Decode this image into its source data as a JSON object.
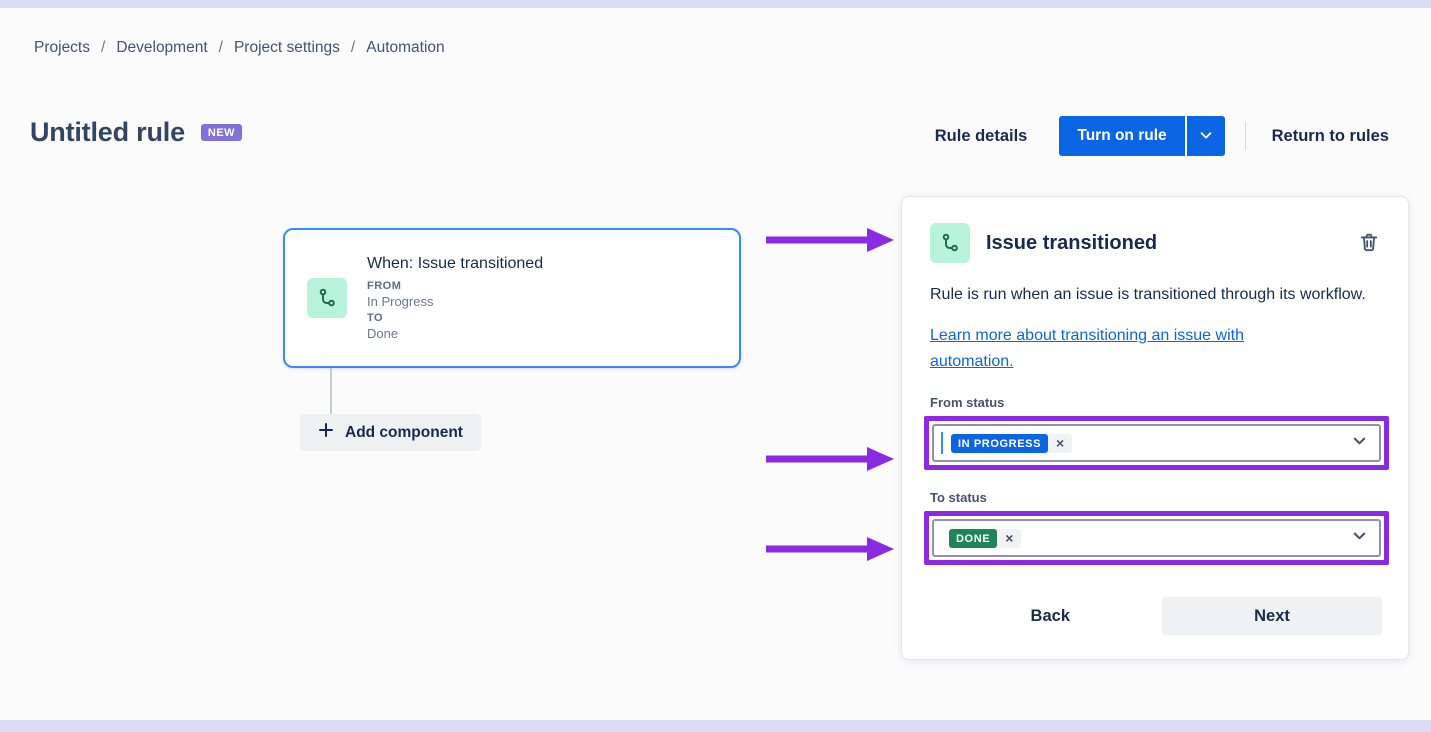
{
  "breadcrumb": {
    "items": [
      "Projects",
      "Development",
      "Project settings",
      "Automation"
    ],
    "separator": "/"
  },
  "header": {
    "title": "Untitled rule",
    "badge": "NEW",
    "rule_details_label": "Rule details",
    "turn_on_rule_label": "Turn on rule",
    "return_to_rules_label": "Return to rules"
  },
  "canvas": {
    "trigger": {
      "title": "When: Issue transitioned",
      "from_label": "FROM",
      "from_value": "In Progress",
      "to_label": "TO",
      "to_value": "Done"
    },
    "add_component_label": "Add component"
  },
  "panel": {
    "title": "Issue transitioned",
    "description": "Rule is run when an issue is transitioned through its workflow.",
    "link_text": "Learn more about transitioning an issue with automation.",
    "from_status": {
      "label": "From status",
      "tag": "IN PROGRESS",
      "remove": "×"
    },
    "to_status": {
      "label": "To status",
      "tag": "DONE",
      "remove": "×"
    },
    "back_label": "Back",
    "next_label": "Next"
  },
  "colors": {
    "annotation_purple": "#8a2be2",
    "primary_blue": "#0c66e4",
    "status_green": "#1f845a",
    "badge_purple": "#8270db",
    "icon_mint": "#baf3db",
    "icon_glyph_green": "#216e4e",
    "frame_strip": "#d9def6"
  }
}
